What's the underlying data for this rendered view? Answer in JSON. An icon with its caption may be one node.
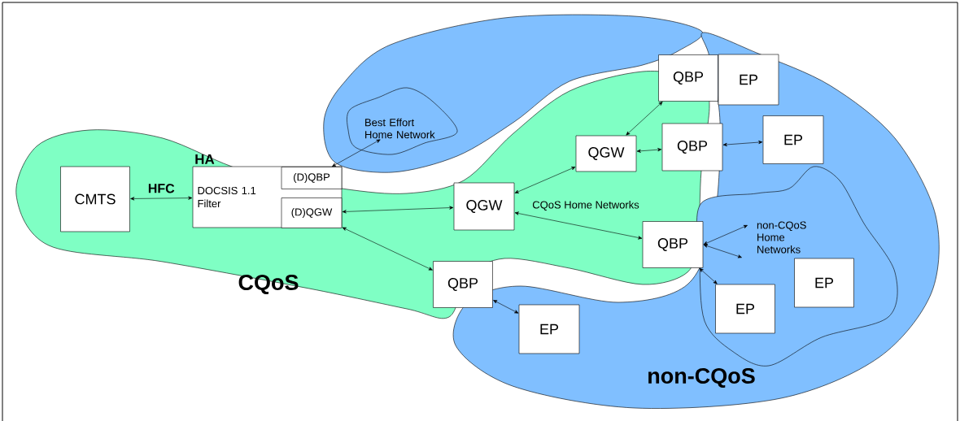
{
  "diagram": {
    "nodes": [
      {
        "text": [
          "CQoS"
        ]
      },
      {
        "text": [
          "non-CQoS"
        ]
      },
      {
        "text": [
          "Best Effort Home Network"
        ]
      },
      {
        "text": [
          "non-CQoS Home Networks"
        ],
        "in": 1
      },
      {
        "text": [
          "CMTS"
        ],
        "in": 0
      },
      {
        "text": [
          "HA",
          "DOCSIS 1.1 Filter"
        ],
        "in": 0
      },
      {
        "text": [
          "(D)QBP"
        ],
        "in": 5
      },
      {
        "text": [
          "(D)QGW"
        ],
        "in": 5
      },
      {
        "text": [
          "QGW"
        ],
        "in": 0
      },
      {
        "text": [
          "QGW"
        ],
        "in": 0
      },
      {
        "text": [
          "QBP"
        ]
      },
      {
        "text": [
          "EP"
        ],
        "in": 1
      },
      {
        "text": [
          "QBP"
        ]
      },
      {
        "text": [
          "EP"
        ],
        "in": 1
      },
      {
        "text": [
          "QBP"
        ],
        "in": 0
      },
      {
        "text": [
          "QBP"
        ],
        "in": 0
      },
      {
        "text": [
          "EP"
        ],
        "in": 1
      },
      {
        "text": [
          "EP"
        ],
        "in": 3
      },
      {
        "text": [
          "EP"
        ],
        "in": 3
      }
    ],
    "edges": [
      {
        "from": 4,
        "to": 5,
        "arrow": "both",
        "label": "HFC"
      },
      {
        "from": 6,
        "to": 2,
        "arrow": "both"
      },
      {
        "from": 7,
        "to": 8,
        "arrow": "both"
      },
      {
        "from": 7,
        "to": 15,
        "arrow": "both"
      },
      {
        "from": 8,
        "to": 9,
        "arrow": "both"
      },
      {
        "from": 8,
        "to": 14,
        "arrow": "both"
      },
      {
        "from": 9,
        "to": 10,
        "arrow": "both"
      },
      {
        "from": 9,
        "to": 12,
        "arrow": "both"
      },
      {
        "from": 12,
        "to": 13,
        "arrow": "both"
      },
      {
        "from": 15,
        "to": 16,
        "arrow": "both"
      },
      {
        "from": 14,
        "to": null,
        "arrow": "both"
      },
      {
        "from": 14,
        "to": null,
        "arrow": "both"
      },
      {
        "from": 14,
        "to": 17,
        "arrow": "both"
      }
    ],
    "labels": [
      "CQoS Home Networks"
    ]
  }
}
